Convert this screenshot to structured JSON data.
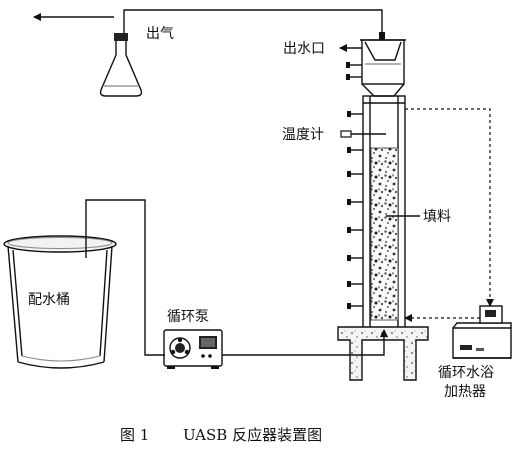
{
  "labels": {
    "gas_out": "出气",
    "water_outlet": "出水口",
    "thermometer": "温度计",
    "packing": "填料",
    "feed_bucket": "配水桶",
    "pump": "循环泵",
    "water_bath_line1": "循环水浴",
    "water_bath_line2": "加热器"
  },
  "caption": {
    "figure_no": "图 1",
    "title": "UASB 反应器装置图"
  }
}
